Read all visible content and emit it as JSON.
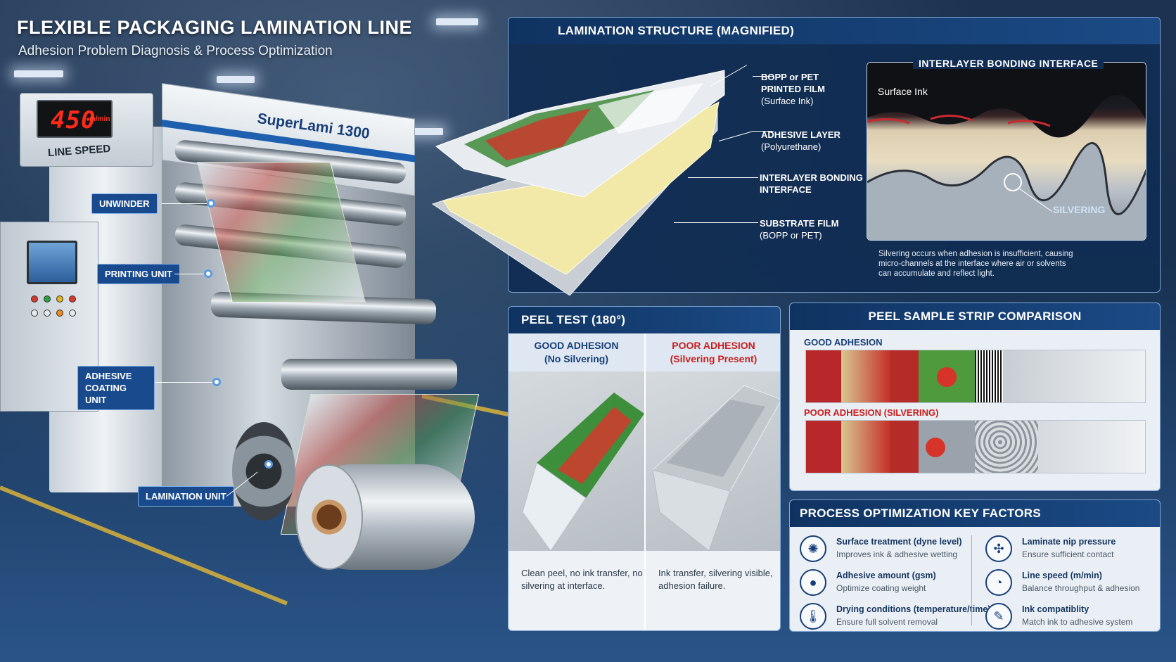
{
  "title": "FLEXIBLE PACKAGING LAMINATION LINE",
  "subtitle": "Adhesion Problem Diagnosis & Process Optimization",
  "machine": {
    "brand": "SuperLami 1300",
    "speed_value": "450",
    "speed_unit": "m/min",
    "speed_label": "LINE SPEED",
    "callouts": {
      "unwinder": "UNWINDER",
      "printing_unit": "PRINTING UNIT",
      "adhesive_coating_line1": "ADHESIVE",
      "adhesive_coating_line2": "COATING UNIT",
      "lamination_unit": "LAMINATION UNIT"
    }
  },
  "lamination": {
    "heading": "LAMINATION STRUCTURE (MAGNIFIED)",
    "layers": [
      {
        "line1": "BOPP or PET",
        "line2": "PRINTED FILM",
        "note": "(Surface Ink)"
      },
      {
        "line1": "ADHESIVE LAYER",
        "line2": "",
        "note": "(Polyurethane)"
      },
      {
        "line1": "INTERLAYER BONDING",
        "line2": "INTERFACE",
        "note": ""
      },
      {
        "line1": "SUBSTRATE FILM",
        "line2": "",
        "note": "(BOPP or PET)"
      }
    ],
    "inset": {
      "title": "INTERLAYER BONDING INTERFACE",
      "surface_ink": "Surface Ink",
      "silvering": "SILVERING",
      "caption_1": "Silvering occurs when adhesion is insufficient, causing",
      "caption_2": "micro-channels at the interface where air or solvents",
      "caption_3": "can accumulate and reflect light."
    }
  },
  "peel_test": {
    "heading": "PEEL TEST (180°)",
    "good": {
      "title": "GOOD ADHESION",
      "sub": "(No Silvering)",
      "caption": "Clean peel, no ink transfer, no silvering at interface."
    },
    "poor": {
      "title": "POOR ADHESION",
      "sub": "(Silvering Present)",
      "caption": "Ink transfer, silvering visible, adhesion failure."
    }
  },
  "strip_comparison": {
    "heading": "PEEL SAMPLE STRIP COMPARISON",
    "good_label": "GOOD ADHESION",
    "poor_label": "POOR ADHESION (SILVERING)"
  },
  "process": {
    "heading": "PROCESS OPTIMIZATION KEY FACTORS",
    "factors": [
      {
        "icon": "surface-treatment-icon",
        "title": "Surface treatment (dyne level)",
        "desc": "Improves ink & adhesive wetting"
      },
      {
        "icon": "adhesive-drop-icon",
        "title": "Adhesive amount (gsm)",
        "desc": "Optimize coating weight"
      },
      {
        "icon": "thermometer-icon",
        "title": "Drying conditions (temperature/time)",
        "desc": "Ensure full solvent removal"
      },
      {
        "icon": "nip-pressure-icon",
        "title": "Laminate nip pressure",
        "desc": "Ensure sufficient contact"
      },
      {
        "icon": "gauge-icon",
        "title": "Line speed (m/min)",
        "desc": "Balance throughput & adhesion"
      },
      {
        "icon": "ink-compatibility-icon",
        "title": "Ink compatiblity",
        "desc": "Match ink to adhesive system"
      }
    ]
  },
  "colors": {
    "panel_dark": "#102c52",
    "accent_blue": "#1b4a85",
    "poor_red": "#c81e1e",
    "good_blue": "#163e77"
  }
}
